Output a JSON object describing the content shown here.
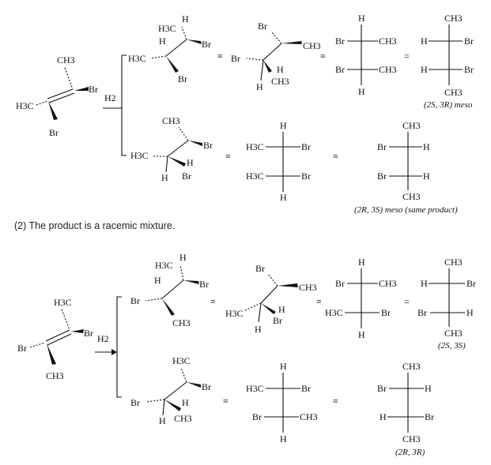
{
  "labels": {
    "H": "H",
    "Br": "Br",
    "CH3": "CH3",
    "H3C": "H3C",
    "H2": "H2",
    "equiv": "≡",
    "equals": "="
  },
  "reaction1": {
    "product_top_label": "(2S, 3R) meso",
    "product_bottom_label": "(2R, 3S) meso (same product)"
  },
  "caption": "(2) The product is a racemic mixture.",
  "reaction2": {
    "product_top_label": "(2S, 3S)",
    "product_bottom_label": "(2R, 3R)"
  }
}
